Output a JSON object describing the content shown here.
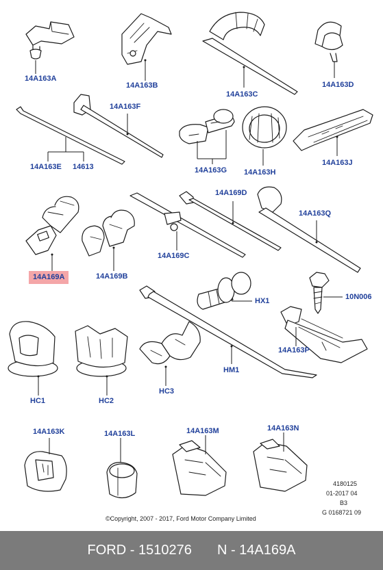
{
  "callouts": {
    "c14A163A": "14A163A",
    "c14A163B": "14A163B",
    "c14A163C": "14A163C",
    "c14A163D": "14A163D",
    "c14A163F": "14A163F",
    "c14A163E": "14A163E",
    "c14613": "14613",
    "c14A163G": "14A163G",
    "c14A163H": "14A163H",
    "c14A163J": "14A163J",
    "c14A169D": "14A169D",
    "c14A163Q": "14A163Q",
    "c14A169A": "14A169A",
    "c14A169B": "14A169B",
    "c14A169C": "14A169C",
    "cHX1": "HX1",
    "c10N006": "10N006",
    "c14A163P": "14A163P",
    "cHM1": "HM1",
    "cHC1": "HC1",
    "cHC2": "HC2",
    "cHC3": "HC3",
    "c14A163K": "14A163K",
    "c14A163L": "14A163L",
    "c14A163M": "14A163M",
    "c14A163N": "14A163N"
  },
  "highlight_color": "#f4a6a8",
  "label_color": "#1f3f9a",
  "meta": {
    "line1": "4180125",
    "line2": "01-2017 04",
    "line3": "B3",
    "line4": "G 0168721 09"
  },
  "copyright": "©Copyright, 2007 - 2017, Ford Motor Company Limited",
  "footer": {
    "brand": "FORD",
    "oem_number": "1510276",
    "part_code": "N - 14A169A"
  }
}
